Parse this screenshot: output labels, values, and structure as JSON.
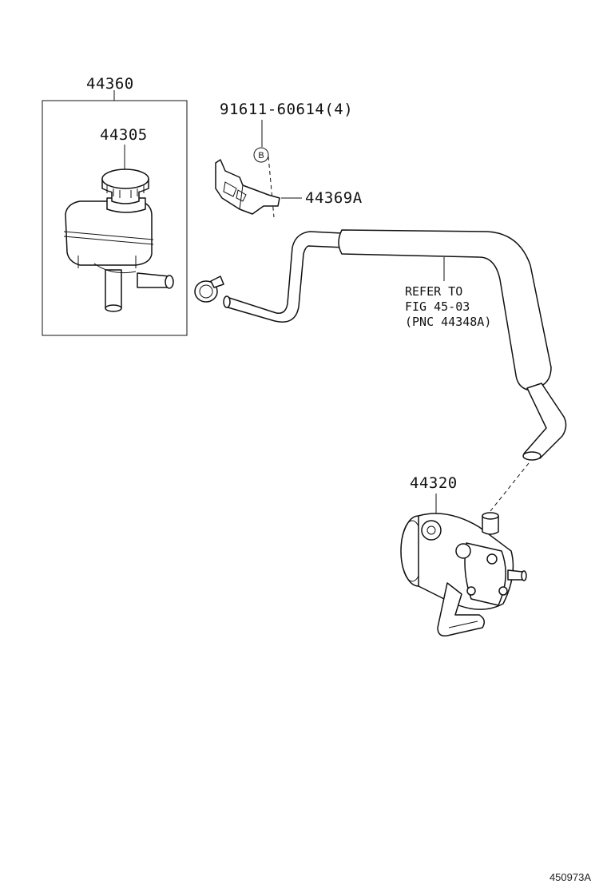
{
  "labels": {
    "reservoir_assy": "44360",
    "cap": "44305",
    "bolt": "91611-60614(4)",
    "bolt_marker": "B",
    "bracket": "44369A",
    "pump": "44320",
    "refer_line1": "REFER TO",
    "refer_line2": "FIG 45-03",
    "refer_line3": "(PNC 44348A)",
    "figure_id": "450973A"
  }
}
